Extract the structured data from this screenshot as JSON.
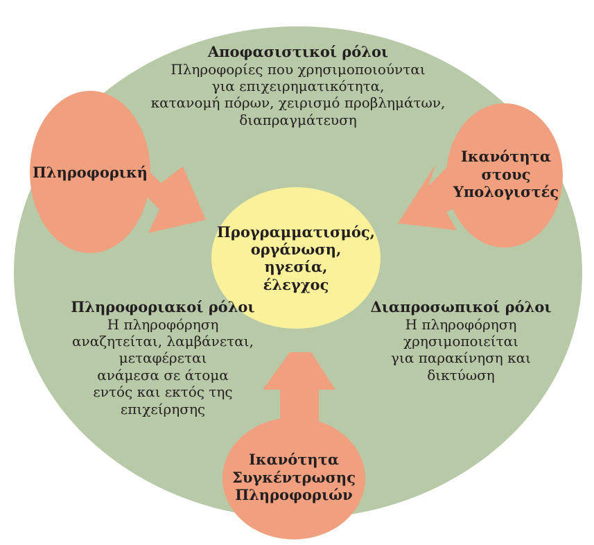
{
  "colors": {
    "big_circle": "#b8c9a8",
    "salmon": "#f0a07e",
    "center": "#fbf19a",
    "text": "#231f20"
  },
  "decision_roles": {
    "title": "Αποφασιστικοί ρόλοι",
    "lines": [
      "Πληροφορίες που χρησιμοποιούνται",
      "για επιχειρηματικότητα,",
      "κατανομή πόρων, χειρισμό προβλημάτων,",
      "διαπραγμάτευση"
    ]
  },
  "informational_roles": {
    "title": "Πληροφοριακοί ρόλοι",
    "lines": [
      "Η πληροφόρηση",
      "αναζητείται, λαμβάνεται,",
      "μεταφέρεται",
      "ανάμεσα σε άτομα",
      "εντός και εκτός της",
      "επιχείρησης"
    ]
  },
  "interpersonal_roles": {
    "title": "Διαπροσωπικοί ρόλοι",
    "lines": [
      "Η πληροφόρηση",
      "χρησιμοποιείται",
      "για παρακίνηση και",
      "δικτύωση"
    ]
  },
  "center": {
    "lines": [
      "Προγραμματισμός,",
      "οργάνωση,",
      "ηγεσία,",
      "έλεγχος"
    ]
  },
  "informatics": {
    "label": "Πληροφορική"
  },
  "computer_skill": {
    "lines": [
      "Ικανότητα",
      "στους",
      "Υπολογιστές"
    ]
  },
  "info_gathering": {
    "lines": [
      "Ικανότητα",
      "Συγκέντρωσης",
      "Πληροφοριών"
    ]
  }
}
